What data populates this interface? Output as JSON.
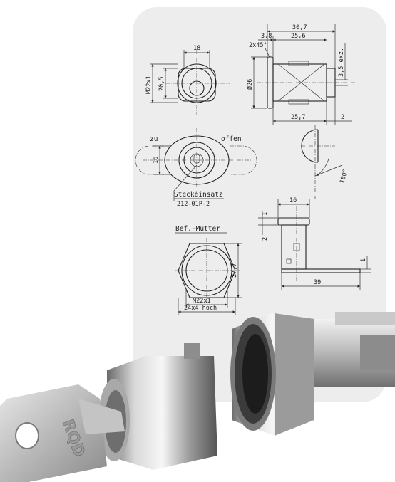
{
  "drawing": {
    "front_view": {
      "width": "18",
      "thread": "M22x1",
      "height": "20,5"
    },
    "side_view": {
      "overall": "30,7",
      "body": "25,6",
      "flange": "3,8",
      "chamfer": "2x45°",
      "diameter": "Ø26",
      "eccentric": "3,5 exz.",
      "bottom_length": "25,7",
      "gap": "2"
    },
    "key_view": {
      "closed": "zu",
      "open": "offen",
      "height": "16"
    },
    "insert": {
      "name": "Steckeinsatz",
      "part_no": "212-01P-2"
    },
    "rotation": {
      "angle": "180°"
    },
    "lever_view": {
      "width": "16",
      "top_a": "1",
      "top_b": "2",
      "length": "39",
      "thickness": "1"
    },
    "nut": {
      "title": "Bef.-Mutter",
      "height": "27,7",
      "thread": "M22x1",
      "size": "24x4 hoch"
    }
  },
  "photo": {
    "key_brand": "RQD"
  }
}
